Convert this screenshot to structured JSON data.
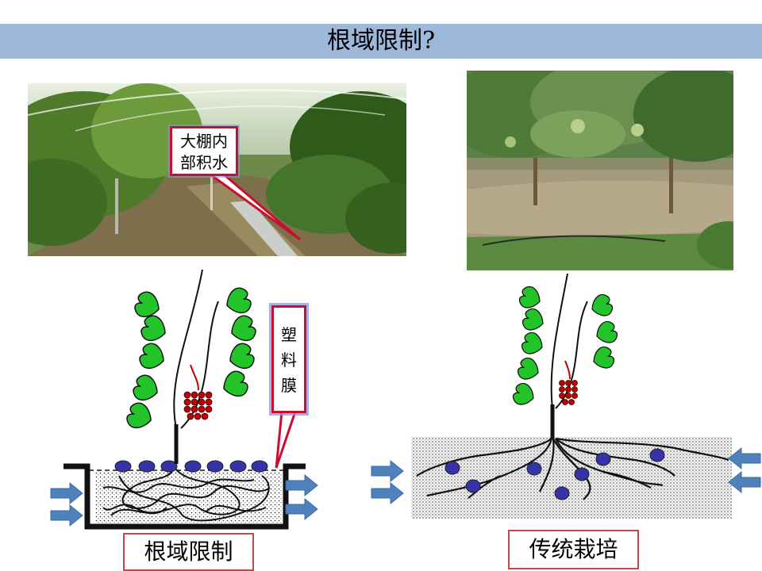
{
  "title": "根域限制?",
  "callouts": {
    "standing_water": "大棚内部积水",
    "standing_water_line1": "大棚内",
    "standing_water_line2": "部积水",
    "plastic_film": "塑料膜",
    "plastic_film_chars": [
      "塑",
      "料",
      "膜"
    ]
  },
  "captions": {
    "root_restriction": "根域限制",
    "traditional_cultivation": "传统栽培"
  },
  "colors": {
    "title_bar": "#9db8da",
    "leaf": "#33cc33",
    "grape": "#c00000",
    "water_dot": "#3333aa",
    "arrow": "#4f81bd",
    "callout_border": "#c8102e",
    "caption_border": "#c04a4a"
  }
}
